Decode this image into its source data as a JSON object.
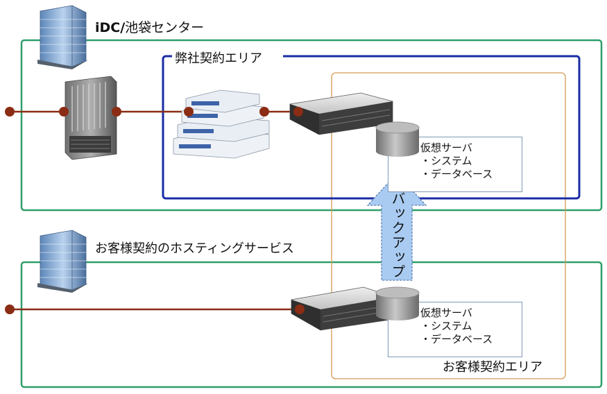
{
  "colors": {
    "green_frame": "#2e9e6a",
    "blue_frame": "#1a2ca6",
    "orange_frame": "#d49a55",
    "link": "#8b2c14",
    "arrow_fill": "#a9cbf2",
    "arrow_stroke": "#5b7fb0"
  },
  "idc": {
    "title_bold": "iDC/",
    "title_rest": "池袋センター"
  },
  "company_area": {
    "label": "弊社契約エリア"
  },
  "hosting": {
    "title": "お客様契約のホスティングサービス"
  },
  "customer_area": {
    "label": "お客様契約エリア"
  },
  "backup": {
    "label": "バックアップ"
  },
  "vserver_top": {
    "title": "仮想サーバ",
    "line1": "・システム",
    "line2": "・データベース"
  },
  "vserver_bottom": {
    "title": "仮想サーバ",
    "line1": "・システム",
    "line2": "・データベース"
  },
  "icons": [
    "building-icon",
    "network-switch-icon",
    "appliance-stack-icon",
    "rack-server-icon",
    "database-icon"
  ]
}
